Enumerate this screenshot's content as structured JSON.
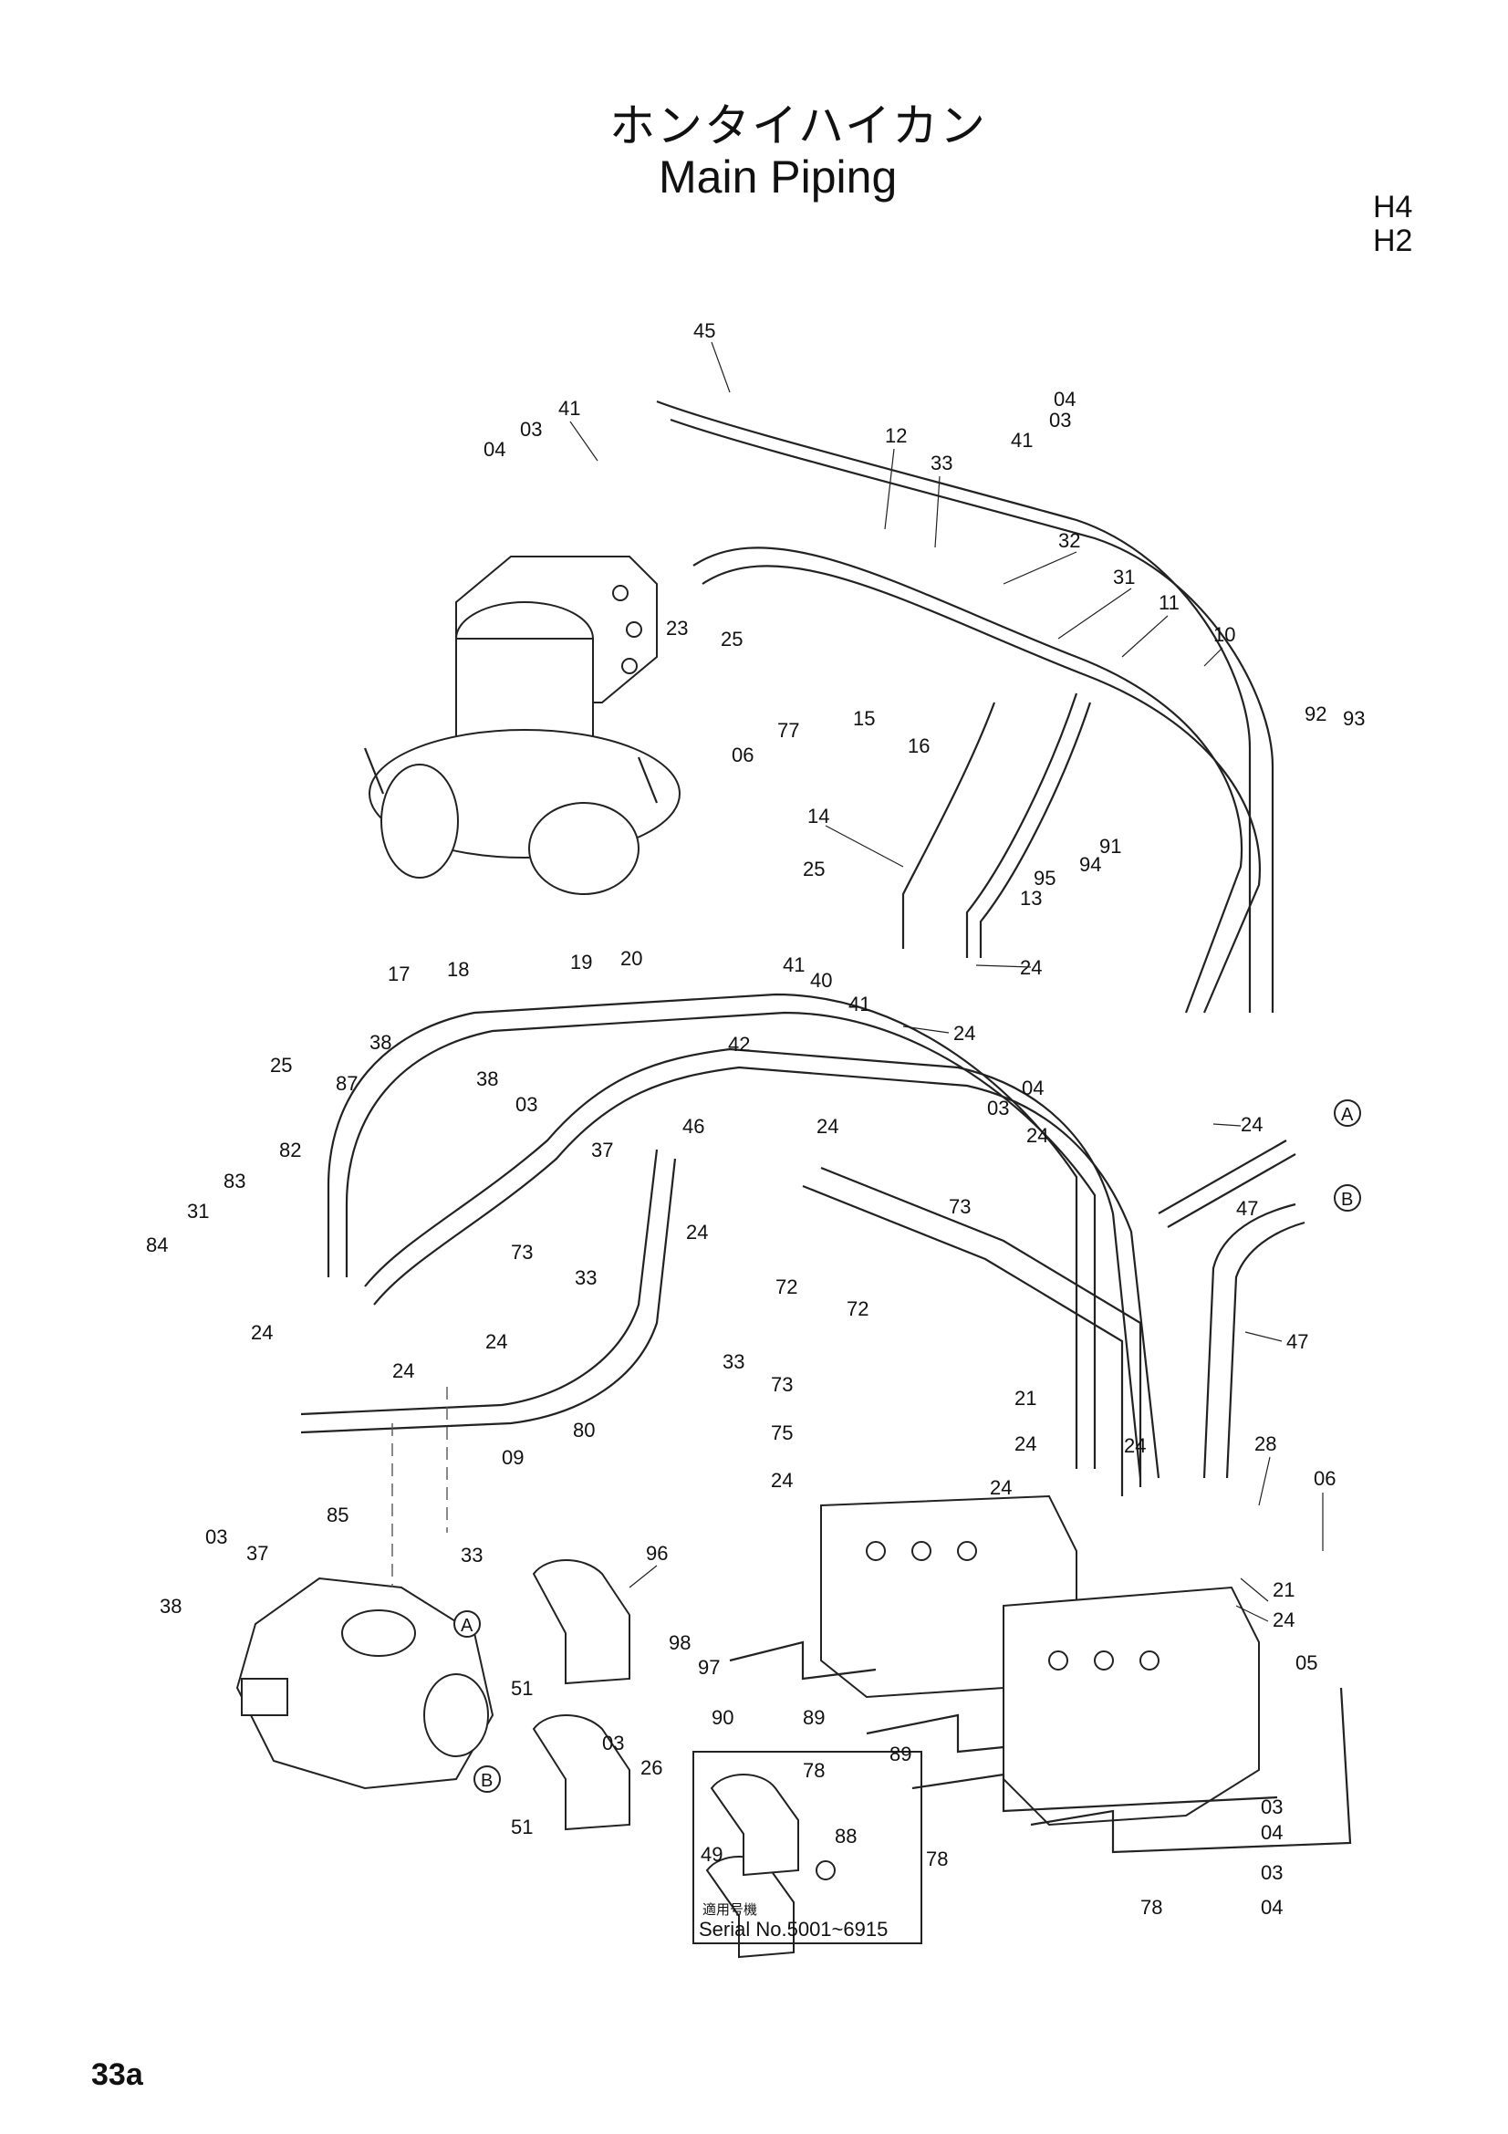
{
  "title": {
    "japanese": "ホンタイハイカン",
    "english": "Main Piping"
  },
  "models": [
    "H4",
    "H2"
  ],
  "page_number": "33a",
  "serial_box": {
    "japanese": "適用号機",
    "english": "Serial No.5001~6915"
  },
  "connection_markers": {
    "a": "A",
    "b": "B"
  },
  "callouts": {
    "c45": "45",
    "c41a": "41",
    "c03a": "03",
    "c04a": "04",
    "c12": "12",
    "c33a": "33",
    "c41b": "41",
    "c03b": "03",
    "c04b": "04",
    "c32": "32",
    "c31a": "31",
    "c11": "11",
    "c10": "10",
    "c23": "23",
    "c25a": "25",
    "c77": "77",
    "c15": "15",
    "c16": "16",
    "c06a": "06",
    "c93": "93",
    "c92": "92",
    "c91": "91",
    "c94": "94",
    "c95": "95",
    "c14": "14",
    "c25b": "25",
    "c13": "13",
    "c24a": "24",
    "c41c": "41",
    "c40": "40",
    "c41d": "41",
    "c24b": "24",
    "c17": "17",
    "c18": "18",
    "c19": "19",
    "c20": "20",
    "c04c": "04",
    "c03c": "03",
    "c24c": "24",
    "c24d": "24",
    "c42": "42",
    "c25c": "25",
    "c38a": "38",
    "c38b": "38",
    "c03d": "03",
    "c87": "87",
    "c46": "46",
    "c24e": "24",
    "c82": "82",
    "c37a": "37",
    "c31b": "31",
    "c83": "83",
    "c24f": "24",
    "c73a": "73",
    "c84": "84",
    "c73b": "73",
    "c33b": "33",
    "c72a": "72",
    "c72b": "72",
    "c24g": "24",
    "c24h": "24",
    "c33c": "33",
    "c47a": "47",
    "c47b": "47",
    "c24i": "24",
    "c09": "09",
    "c80": "80",
    "c73c": "73",
    "c21a": "21",
    "c75": "75",
    "c24j": "24",
    "c24k": "24",
    "c24l": "24",
    "c24m": "24",
    "c85": "85",
    "c28": "28",
    "c06b": "06",
    "c38c": "38",
    "c03e": "03",
    "c37b": "37",
    "c33d": "33",
    "c96": "96",
    "c21b": "21",
    "c24n": "24",
    "c98": "98",
    "c97": "97",
    "c51a": "51",
    "c90": "90",
    "c89a": "89",
    "c05": "05",
    "c03f": "03",
    "c26": "26",
    "c78a": "78",
    "c89b": "89",
    "c51b": "51",
    "c88": "88",
    "c49": "49",
    "c78b": "78",
    "c03g": "03",
    "c04d": "04",
    "c03h": "03",
    "c78c": "78",
    "c04e": "04"
  }
}
